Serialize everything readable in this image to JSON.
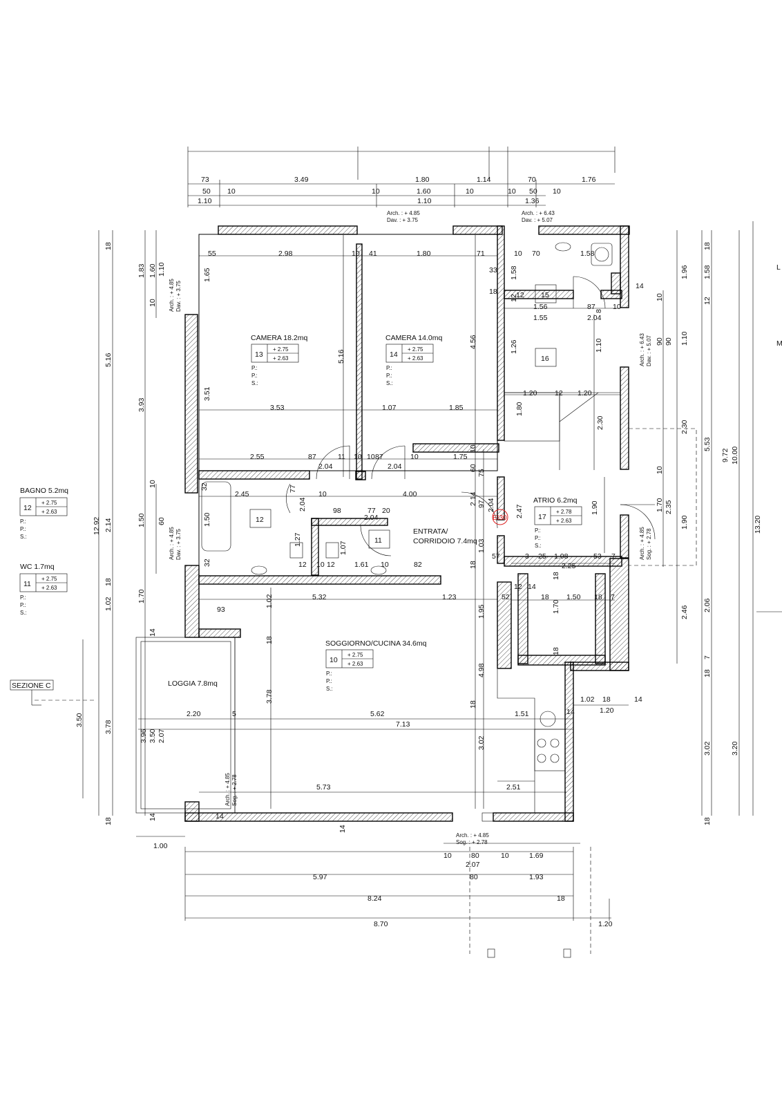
{
  "rooms": [
    {
      "id": "r13",
      "name": "CAMERA 18.2mq",
      "num": "13",
      "h1": "+ 2.75",
      "h2": "+ 2.63"
    },
    {
      "id": "r14",
      "name": "CAMERA 14.0mq",
      "num": "14",
      "h1": "+ 2.75",
      "h2": "+ 2.63"
    },
    {
      "id": "r12",
      "num": "12"
    },
    {
      "id": "r11",
      "num": "11"
    },
    {
      "id": "r15",
      "num": "15"
    },
    {
      "id": "r16",
      "num": "16"
    },
    {
      "id": "r17",
      "name": "ATRIO 6.2mq",
      "num": "17",
      "h1": "+ 2.78",
      "h2": "+ 2.63"
    },
    {
      "id": "r10",
      "name": "SOGGIORNO/CUCINA 34.6mq",
      "num": "10",
      "h1": "+ 2.75",
      "h2": "+ 2.63"
    }
  ],
  "legend": [
    {
      "name": "BAGNO 5.2mq",
      "num": "12",
      "h1": "+ 2.75",
      "h2": "+ 2.63"
    },
    {
      "name": "WC 1.7mq",
      "num": "11",
      "h1": "+ 2.75",
      "h2": "+ 2.63"
    }
  ],
  "pps": [
    "P.:",
    "P.:",
    "S.:"
  ],
  "texts": {
    "entrata1": "ENTRATA/",
    "entrata2": "CORRIDOIO 7.4mq",
    "loggia": "LOGGIA 7.8mq",
    "sezione": "SEZIONE C",
    "ei30": "EI30",
    "arch1a": "Arch.  :  + 4.85",
    "arch1b": "Dav.  :  + 3.75",
    "arch2a": "Arch.  :  + 6.43",
    "arch2b": "Dav.  :  + 5.07",
    "arch3a": "Arch.  :  + 4.85",
    "arch3b": "Sog.  :  + 2.78",
    "right1": "L",
    "right2": "M"
  },
  "dims_top": [
    "73",
    "3.49",
    "1.80",
    "1.14",
    "70",
    "1.76",
    "50",
    "10",
    "10",
    "1.60",
    "10",
    "10",
    "50",
    "10",
    "1.10",
    "1.10",
    "1.36"
  ],
  "dims_bottom": [
    "1.00",
    "10",
    "80",
    "10",
    "1.69",
    "2.07",
    "5.97",
    "80",
    "1.93",
    "8.24",
    "18",
    "8.70",
    "1.20"
  ],
  "dims_left": [
    "18",
    "5.16",
    "1.83",
    "1.10",
    "1.60",
    "3.93",
    "10",
    "12.92",
    "2.14",
    "1.50",
    "60",
    "10",
    "1.02",
    "1.70",
    "18",
    "14",
    "3.50",
    "3.78",
    "3.96",
    "3.50",
    "2.07",
    "18",
    "14"
  ],
  "dims_right": [
    "18",
    "1.96",
    "1.58",
    "12",
    "1.10",
    "90",
    "90",
    "10",
    "5.53",
    "9.72",
    "10.00",
    "13.20",
    "2.30",
    "10",
    "1.70",
    "2.35",
    "1.90",
    "2.46",
    "2.06",
    "7",
    "18",
    "3.02",
    "3.20",
    "18"
  ],
  "dims_inner": [
    "55",
    "2.98",
    "10",
    "41",
    "1.80",
    "71",
    "10",
    "70",
    "1.58",
    "1.65",
    "33",
    "1.58",
    "18",
    "12",
    "12",
    "1.56",
    "87",
    "10",
    "1.55",
    "2.04",
    "8",
    "14",
    "1.26",
    "1.10",
    "1.20",
    "12",
    "1.20",
    "1.80",
    "2.30",
    "5.16",
    "4.56",
    "3.51",
    "3.53",
    "1.07",
    "1.85",
    "2.55",
    "87",
    "11",
    "10",
    "10",
    "87",
    "10",
    "1.75",
    "2.04",
    "2.04",
    "10",
    "60",
    "75",
    "32",
    "2.45",
    "10",
    "4.00",
    "77",
    "2.04",
    "98",
    "77",
    "20",
    "2.04",
    "1.50",
    "2.14",
    "97",
    "2.04",
    "2.47",
    "1.27",
    "1.07",
    "12",
    "10",
    "12",
    "1.61",
    "10",
    "82",
    "18",
    "1.03",
    "57",
    "3",
    "25",
    "1.08",
    "53",
    "7",
    "2.25",
    "32",
    "5.32",
    "1.23",
    "52",
    "12",
    "14",
    "18",
    "18",
    "1.50",
    "18",
    "7",
    "93",
    "1.02",
    "18",
    "1.95",
    "1.70",
    "18",
    "4.98",
    "18",
    "1.02",
    "18",
    "14",
    "1.20",
    "2.20",
    "5",
    "5.62",
    "1.51",
    "14",
    "7.13",
    "3.78",
    "3.02",
    "5.73",
    "2.51",
    "14",
    "1.90",
    "14"
  ]
}
